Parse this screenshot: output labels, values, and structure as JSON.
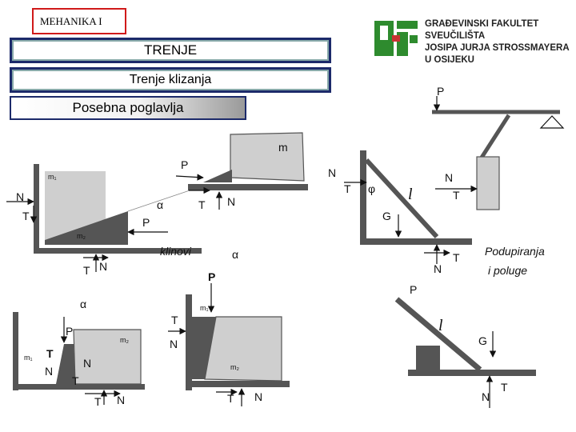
{
  "header": {
    "tag": "MEHANIKA I",
    "title": "TRENJE",
    "subtitle": "Trenje klizanja",
    "section": "Posebna poglavlja"
  },
  "logo": {
    "lines": [
      "GRAĐEVINSKI FAKULTET",
      "SVEUČILIŠTA",
      "JOSIPA JURJA STROSSMAYERA",
      "U OSIJEKU"
    ],
    "colors": {
      "green": "#2e8b2e",
      "red": "#c83232"
    }
  },
  "captions": {
    "wedges": "klinovi",
    "struts": "Podupiranja",
    "levers": "i poluge"
  },
  "labels": {
    "P": "P",
    "N": "N",
    "T": "T",
    "G": "G",
    "alpha": "α",
    "phi": "φ",
    "l": "l",
    "m": "m",
    "m1": "m₁",
    "m2": "m₂"
  }
}
